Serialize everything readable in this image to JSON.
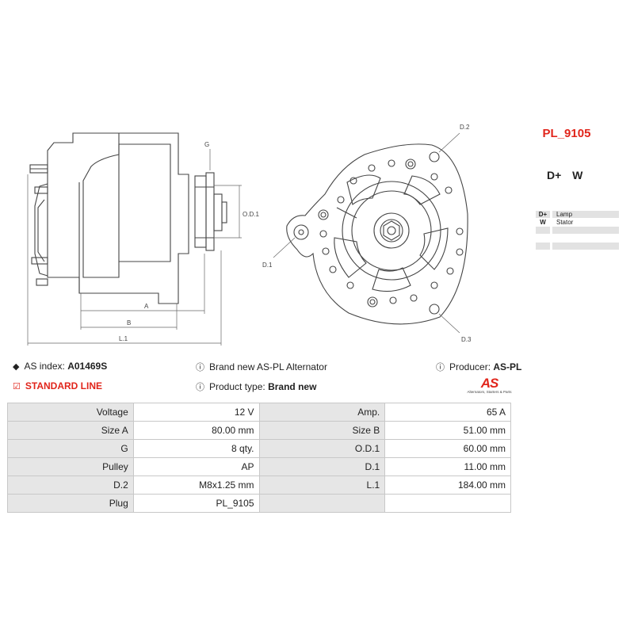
{
  "part_number": "PL_9105",
  "pins": "D+ W",
  "legend": [
    {
      "key": "D+",
      "value": "Lamp"
    },
    {
      "key": "W",
      "value": "Stator"
    },
    {
      "key": "",
      "value": ""
    },
    {
      "key": "",
      "value": ""
    },
    {
      "key": "",
      "value": ""
    }
  ],
  "drawing_labels": {
    "g": "G",
    "od1": "O.D.1",
    "a": "A",
    "b": "B",
    "l1": "L.1",
    "d1": "D.1",
    "d2": "D.2",
    "d3": "D.3"
  },
  "info": {
    "as_index_label": "AS index:",
    "as_index_value": "A01469S",
    "brand_text": "Brand new AS-PL Alternator",
    "producer_label": "Producer:",
    "producer_value": "AS-PL",
    "line": "STANDARD LINE",
    "product_type_label": "Product type:",
    "product_type_value": "Brand new"
  },
  "logo": {
    "mark": "AS",
    "tagline": "Alternators, Starters & Parts"
  },
  "specs": [
    {
      "l1": "Voltage",
      "v1": "12 V",
      "l2": "Amp.",
      "v2": "65 A"
    },
    {
      "l1": "Size A",
      "v1": "80.00 mm",
      "l2": "Size B",
      "v2": "51.00 mm"
    },
    {
      "l1": "G",
      "v1": "8 qty.",
      "l2": "O.D.1",
      "v2": "60.00 mm"
    },
    {
      "l1": "Pulley",
      "v1": "AP",
      "l2": "D.1",
      "v2": "11.00 mm"
    },
    {
      "l1": "D.2",
      "v1": "M8x1.25 mm",
      "l2": "L.1",
      "v2": "184.00 mm"
    },
    {
      "l1": "Plug",
      "v1": "PL_9105",
      "l2": "",
      "v2": ""
    }
  ],
  "colors": {
    "accent": "#e1251b",
    "label_bg": "#e6e6e6",
    "line": "#444444"
  }
}
